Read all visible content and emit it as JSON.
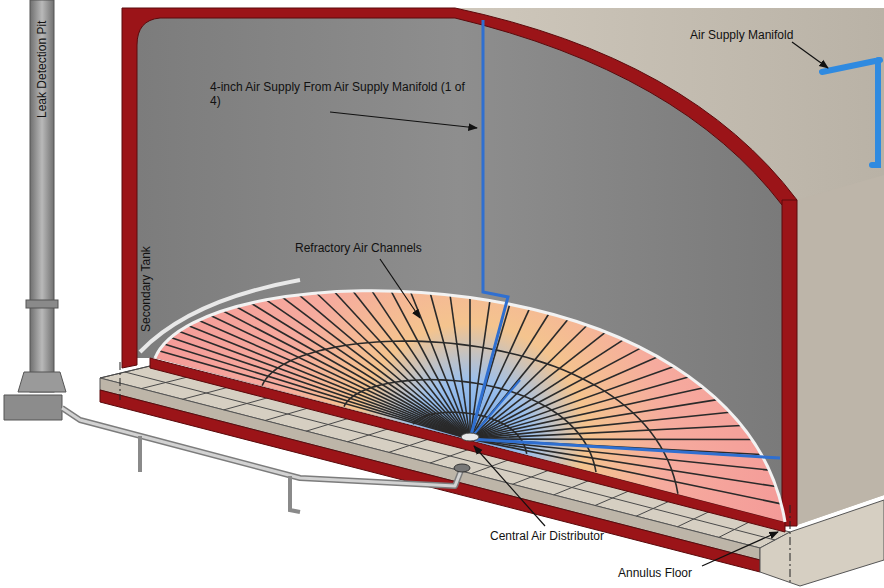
{
  "diagram": {
    "labels": [
      "Air Supply Manifold",
      "4-inch Air Supply From Air Supply Manifold (1 of 4)",
      "Refractory Air Channels",
      "Leak Detection Pit",
      "Secondary Tank",
      "Central Air Distributor",
      "Annulus Floor"
    ]
  }
}
